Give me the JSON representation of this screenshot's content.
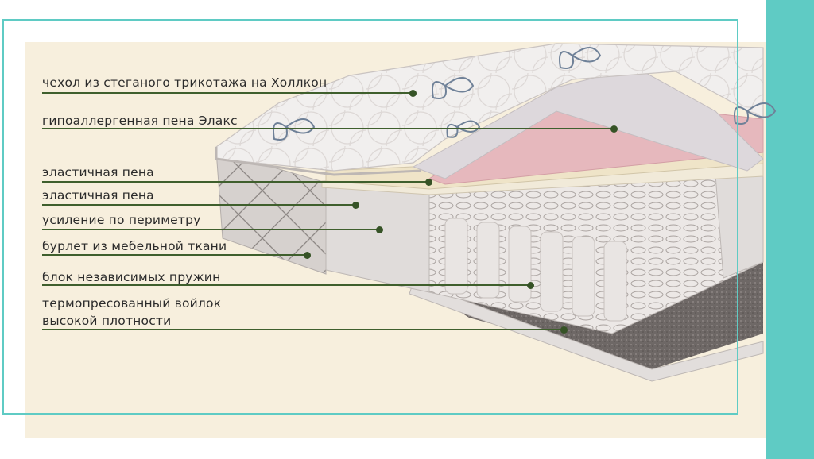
{
  "colors": {
    "frame": "#5fcbc4",
    "background_panel": "#f7efdd",
    "leader_line": "#3f5f2d",
    "leader_dot": "#365326",
    "text": "#2b2b2b"
  },
  "layers": [
    {
      "id": "quilted-cover",
      "label": "чехол из стеганого трикотажа на  Холлкон"
    },
    {
      "id": "hypoallergenic-foam",
      "label": "гипоаллергенная пена  Элакс"
    },
    {
      "id": "elastic-foam-1",
      "label": "эластичная пена"
    },
    {
      "id": "elastic-foam-2",
      "label": "эластичная пена"
    },
    {
      "id": "perimeter-reinforcement",
      "label": "усиление по периметру"
    },
    {
      "id": "furniture-fabric-piping",
      "label": "бурлет из мебельной ткани"
    },
    {
      "id": "independent-spring-block",
      "label": "блок независимых пружин"
    },
    {
      "id": "thermo-felt",
      "label": "термопресованный войлок\nвысокой плотности",
      "lines": [
        "термопресованный войлок",
        "высокой плотности"
      ]
    }
  ]
}
